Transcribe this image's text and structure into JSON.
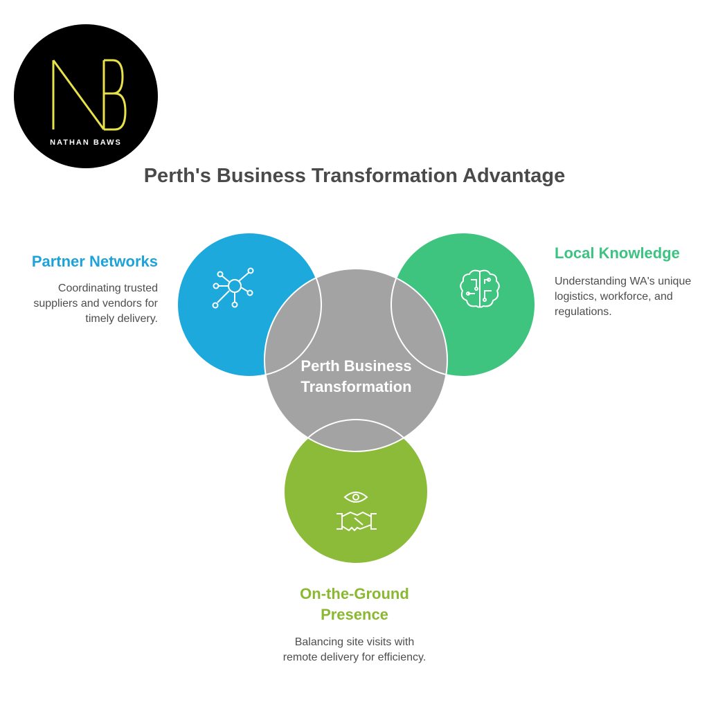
{
  "logo": {
    "monogram": "NB",
    "name": "NATHAN BAWS",
    "colors": {
      "background": "#000000",
      "foreground": "#e8e24a"
    }
  },
  "title": "Perth's Business Transformation Advantage",
  "center": {
    "label_line1": "Perth Business",
    "label_line2": "Transformation",
    "color": "#a3a3a3"
  },
  "nodes": [
    {
      "id": "partner",
      "heading": "Partner Networks",
      "description": "Coordinating trusted suppliers and vendors for timely delivery.",
      "icon": "network-hub-icon",
      "color": "#1ea9dc"
    },
    {
      "id": "local",
      "heading": "Local Knowledge",
      "description": "Understanding WA's unique logistics, workforce, and regulations.",
      "icon": "brain-circuit-icon",
      "color": "#3ec47f"
    },
    {
      "id": "ground",
      "heading_line1": "On-the-Ground",
      "heading_line2": "Presence",
      "description": "Balancing site visits with remote delivery for efficiency.",
      "icon": "eye-handshake-icon",
      "color": "#8cbb3a"
    }
  ]
}
